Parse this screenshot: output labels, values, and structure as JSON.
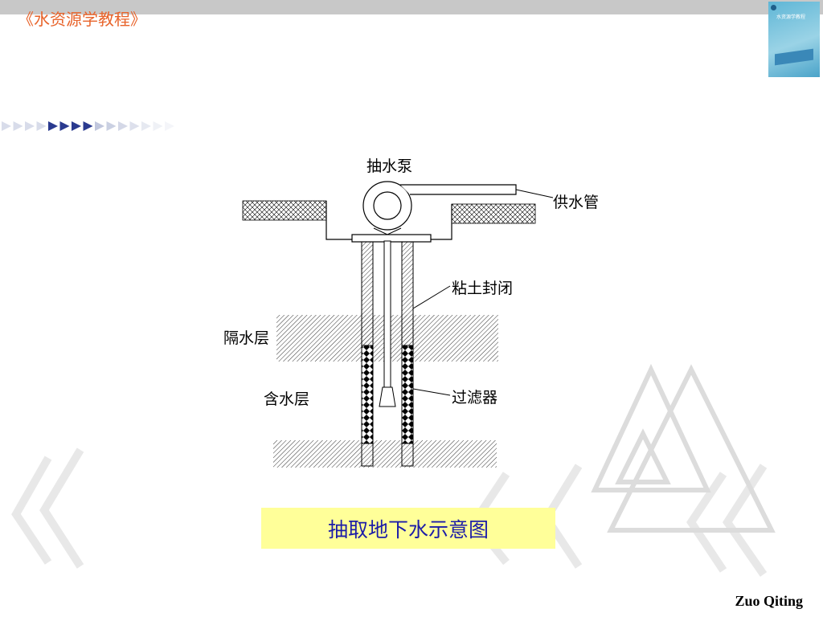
{
  "header": {
    "title": "《水资源学教程》"
  },
  "cover": {
    "title": "水资源学教程"
  },
  "diagram": {
    "labels": {
      "pump": "抽水泵",
      "supply_pipe": "供水管",
      "clay_seal": "粘土封闭",
      "aquiclude": "隔水层",
      "aquifer": "含水层",
      "filter": "过滤器"
    }
  },
  "caption": "抽取地下水示意图",
  "footer": {
    "author": "Zuo Qiting"
  },
  "colors": {
    "title": "#e8632a",
    "caption_bg": "#ffff99",
    "caption_text": "#1c1ca8",
    "arrow_dark": "#2a3a8f",
    "arrow_light": "#b8bfd8"
  }
}
